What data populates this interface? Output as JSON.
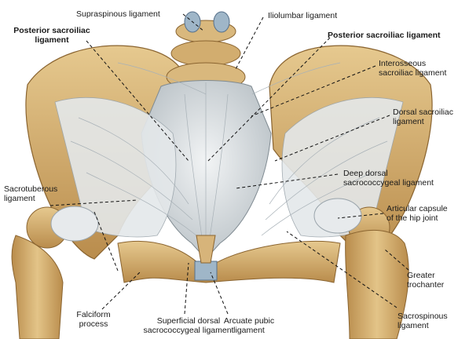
{
  "labels": {
    "supraspinous": "Supraspinous ligament",
    "iliolumbar": "Iliolumbar ligament",
    "posterior_sacroiliac_left": "Posterior sacroiliac\nligament",
    "posterior_sacroiliac_right": "Posterior sacroiliac ligament",
    "interosseous": "Interosseous\nsacroiliac ligament",
    "dorsal_sacroiliac": "Dorsal sacroiliac\nligament",
    "deep_dorsal": "Deep dorsal\nsacrococcygeal ligament",
    "sacrotuberous": "Sacrotuberous\nligament",
    "articular_capsule": "Articular capsule\nof the hip joint",
    "greater_trochanter": "Greater\ntrochanter",
    "falciform": "Falciform\nprocess",
    "superficial_dorsal": "Superficial dorsal\nsacrococcygeal ligament",
    "arcuate_pubic": "Arcuate pubic\nligament",
    "sacrospinous": "Sacrospinous\nligament"
  },
  "colors": {
    "bone": "#d8b57a",
    "bone_shadow": "#a77c3e",
    "ligament": "#dfe3e6",
    "ligament_shadow": "#9aa4ab",
    "cartilage": "#9fb6c8"
  }
}
